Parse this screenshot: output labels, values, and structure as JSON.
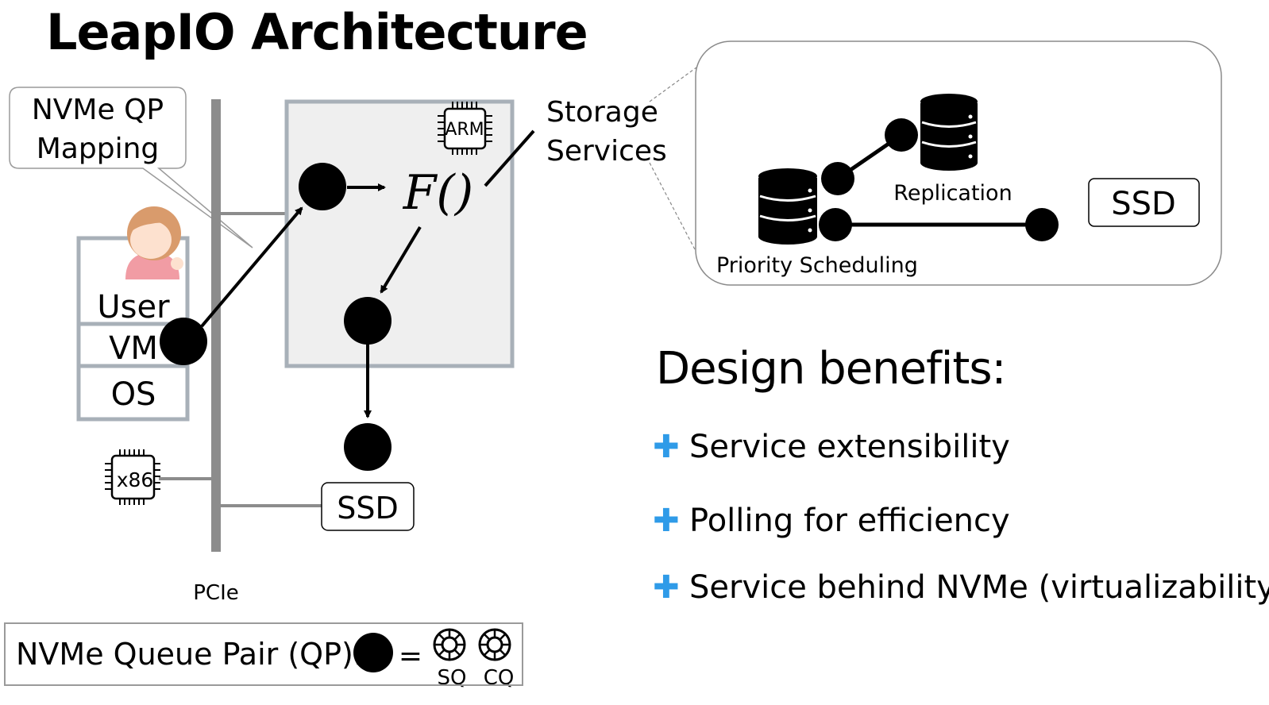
{
  "title": "LeapIO Architecture",
  "diagram": {
    "callout": {
      "line1": "NVMe QP",
      "line2": "Mapping"
    },
    "vm_stack": {
      "user": "User",
      "vm": "VM",
      "os": "OS"
    },
    "x86_chip": "x86",
    "arm_chip": "ARM",
    "function": "F()",
    "ssd_label": "SSD",
    "bus_label": "PCIe",
    "storage_services": {
      "line1": "Storage",
      "line2": "Services"
    }
  },
  "inset": {
    "replication": "Replication",
    "priority_scheduling": "Priority Scheduling",
    "ssd_label": "SSD"
  },
  "benefits": {
    "heading": "Design benefits:",
    "items": [
      "Service extensibility",
      "Polling for efficiency",
      "Service behind NVMe (virtualizability)"
    ],
    "bullet_icon": "plus-icon",
    "bullet_color": "#2f9be8"
  },
  "legend": {
    "label": "NVMe Queue Pair (QP):",
    "equals": "=",
    "sq": "SQ",
    "cq": "CQ"
  }
}
